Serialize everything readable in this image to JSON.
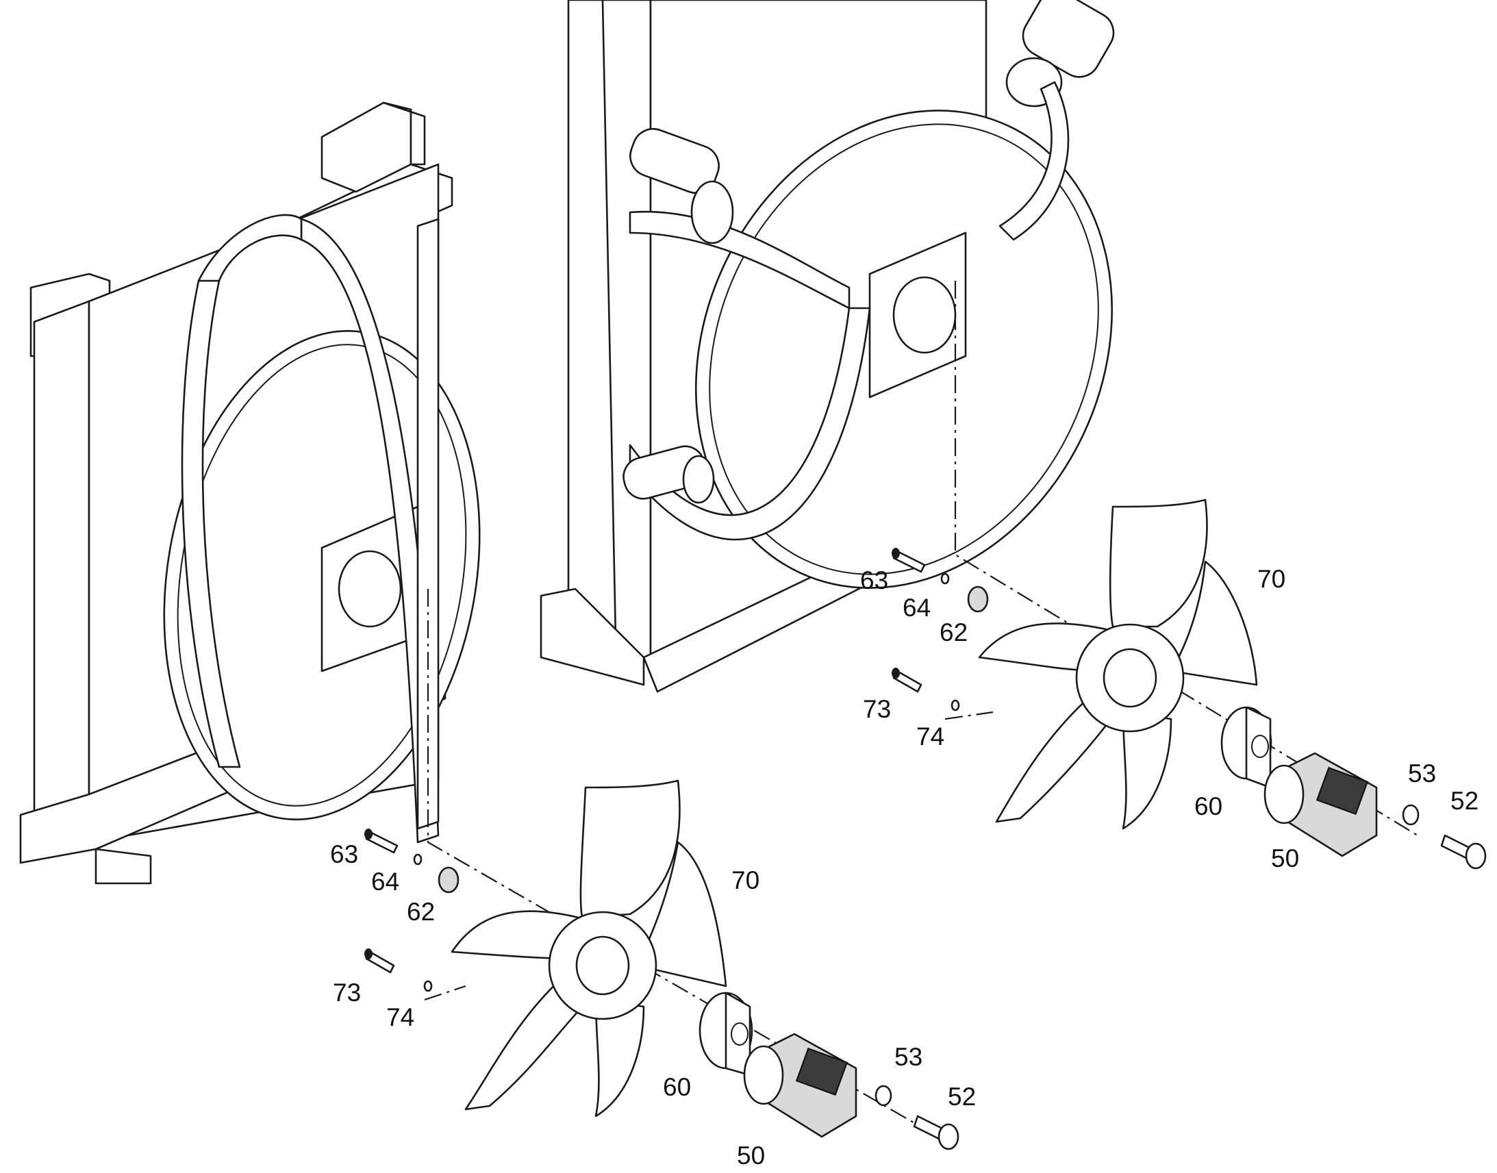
{
  "diagram": {
    "type": "exploded-parts-view",
    "assemblies": [
      {
        "id": "assembly-left",
        "callouts": {
          "bolt_63": "63",
          "washer_64": "64",
          "spacer_62": "62",
          "bolt_73": "73",
          "washer_74": "74",
          "fan_70": "70",
          "hub_60": "60",
          "motor_50": "50",
          "washer_53": "53",
          "bolt_52": "52"
        }
      },
      {
        "id": "assembly-right",
        "callouts": {
          "bolt_63": "63",
          "washer_64": "64",
          "spacer_62": "62",
          "bolt_73": "73",
          "washer_74": "74",
          "fan_70": "70",
          "hub_60": "60",
          "motor_50": "50",
          "washer_53": "53",
          "bolt_52": "52"
        }
      }
    ]
  }
}
